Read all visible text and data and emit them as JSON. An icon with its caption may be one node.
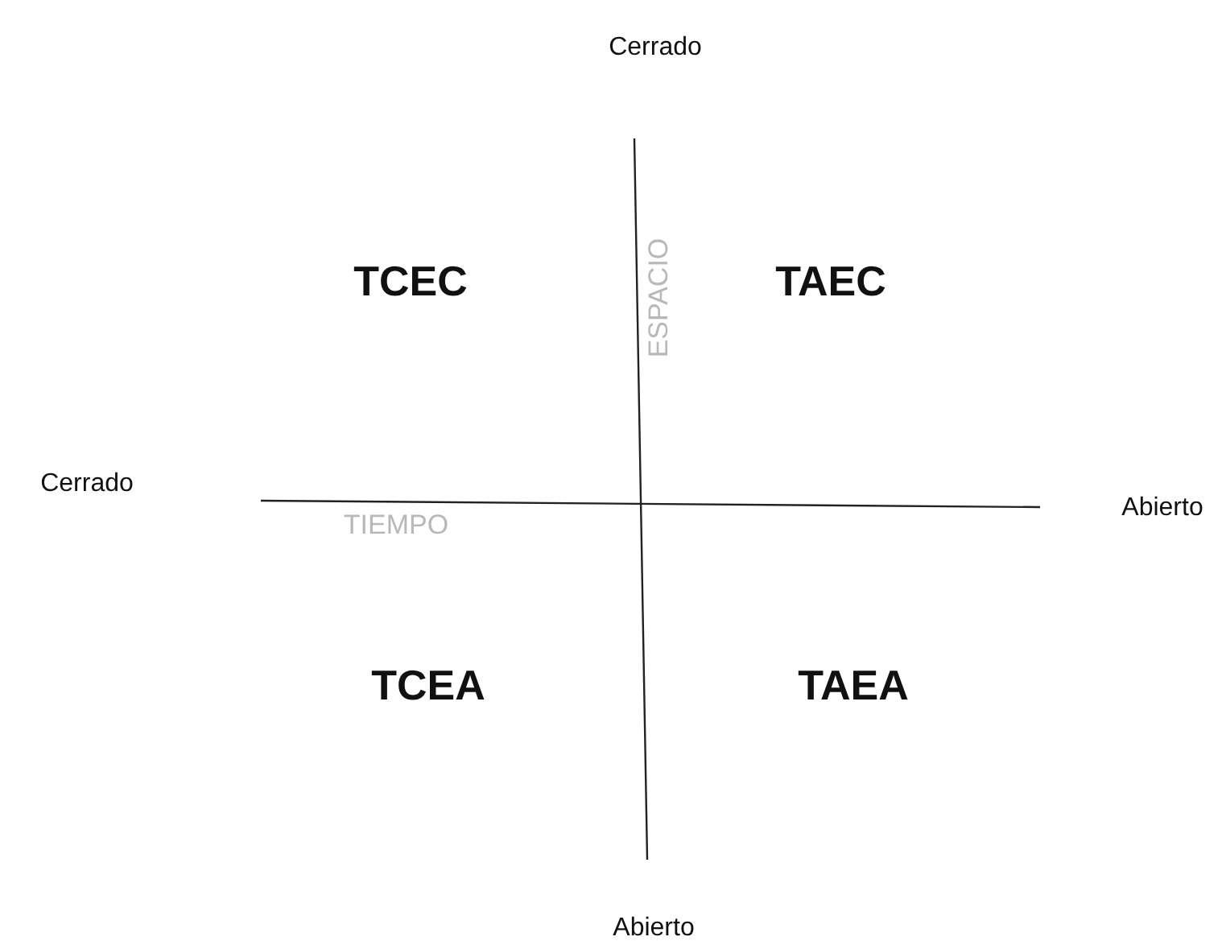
{
  "diagram": {
    "labels": [
      "Cerrado",
      "TCEC",
      "ESPACIO",
      "TAEC",
      "Cerrado",
      "TIEMPO",
      "Abierto",
      "TCEA",
      "TAEA",
      "Abierto"
    ]
  }
}
